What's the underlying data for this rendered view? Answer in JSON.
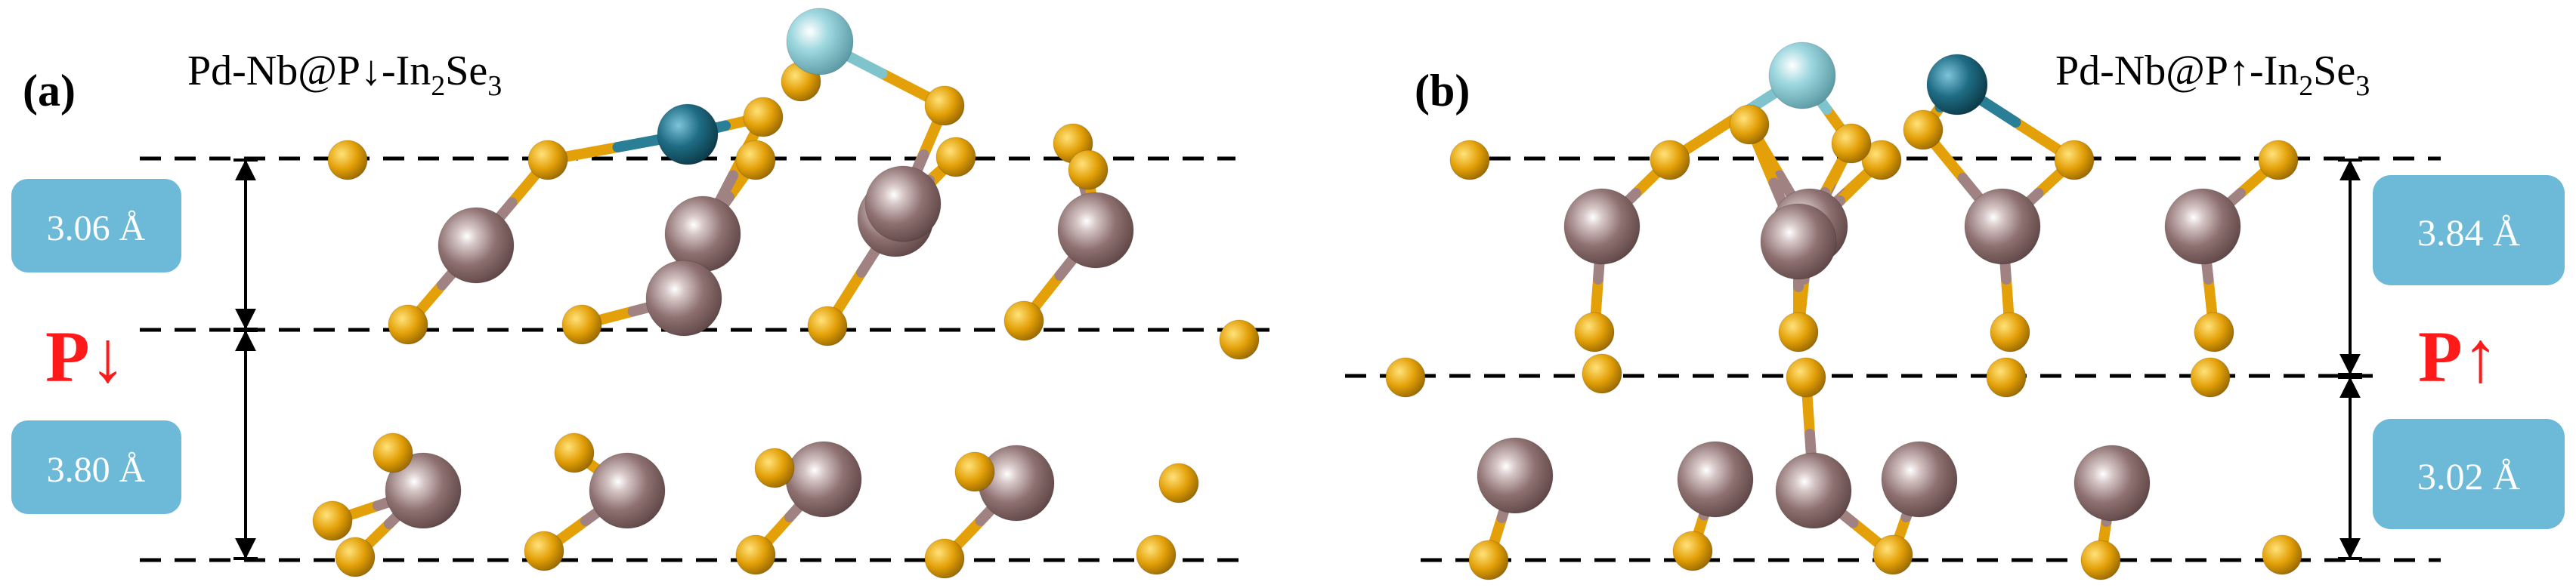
{
  "panels": [
    {
      "tag": "(a)",
      "title": {
        "main": "Pd-Nb@P↓-In",
        "sub1": "2",
        "mid": "Se",
        "sub2": "3"
      },
      "polarization": "P↓",
      "upper_distance": "3.06 Å",
      "lower_distance": "3.80 Å"
    },
    {
      "tag": "(b)",
      "title": {
        "main": "Pd-Nb@P↑-In",
        "sub1": "2",
        "mid": "Se",
        "sub2": "3"
      },
      "polarization": "P↑",
      "upper_distance": "3.84 Å",
      "lower_distance": "3.02 Å"
    }
  ],
  "colors": {
    "se_atom": "#e3a008",
    "in_atom": "#8e7070",
    "pd_atom": "#9fd8e0",
    "nb_atom": "#1f6d85",
    "bond_se": "#e3a008",
    "bond_in": "#a08282",
    "box_fill": "#6cbad7",
    "box_text": "#ffffff",
    "polarization_color": "#ff1a1a",
    "guide_line": "#000000"
  }
}
